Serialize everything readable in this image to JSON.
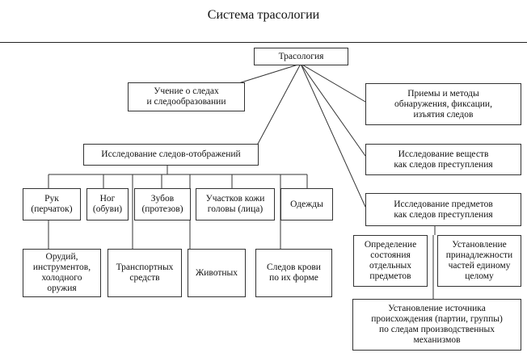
{
  "title": "Система трасологии",
  "nodes": {
    "root": "Трасология",
    "teaching": "Учение  о  следах\nи следообразовании",
    "methods": "Приемы и методы\nобнаружения, фиксации,\nизъятия следов",
    "reflection": "Исследование следов-отображений",
    "substances": "Исследование веществ\nкак следов преступления",
    "objects": "Исследование предметов\nкак следов преступления",
    "hands": "Рук\n(перчаток)",
    "feet": "Ног\n(обуви)",
    "teeth": "Зубов\n(протезов)",
    "skin": "Участков кожи\nголовы (лица)",
    "clothes": "Одежды",
    "tools": "Орудий,\nинструментов,\nхолодного\nоружия",
    "vehicles": "Транспортных\nсредств",
    "animals": "Животных",
    "blood": "Следов крови\nпо их форме",
    "state": "Определение\nсостояния\nотдельных\nпредметов",
    "belonging": "Установление\nпринадлежности\nчастей единому\nцелому",
    "source": "Установление источника\nпроисхождения (партии, группы)\nпо следам производственных\nмеханизмов"
  }
}
